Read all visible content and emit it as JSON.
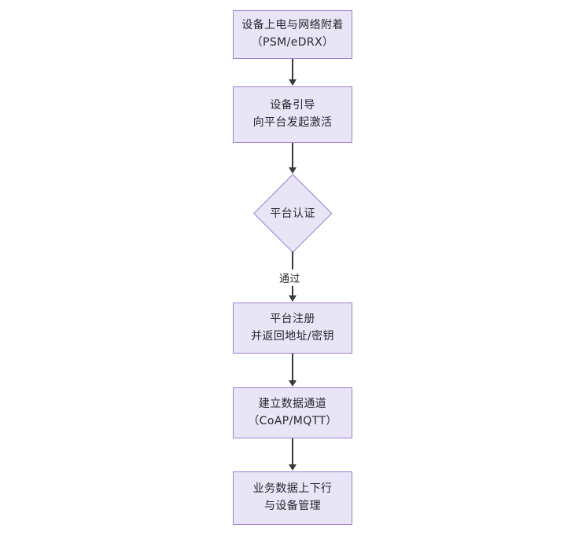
{
  "diagram": {
    "type": "flowchart",
    "orientation": "top-to-bottom",
    "title_text": "",
    "theme": {
      "node_fill": "#e8e5f7",
      "node_border": "#9f7fd0",
      "text_color": "#27272b",
      "connector_color": "#3a3a3c",
      "background": "#ffffff"
    },
    "nodes": [
      {
        "id": "power-on",
        "shape": "rectangle",
        "lines": [
          "设备上电与网络附着",
          "（PSM/eDRX）"
        ]
      },
      {
        "id": "bootstrap",
        "shape": "rectangle",
        "lines": [
          "设备引导",
          "向平台发起激活"
        ]
      },
      {
        "id": "platform-auth",
        "shape": "diamond",
        "lines": [
          "平台认证"
        ]
      },
      {
        "id": "platform-register",
        "shape": "rectangle",
        "lines": [
          "平台注册",
          "并返回地址/密钥"
        ]
      },
      {
        "id": "data-channel",
        "shape": "rectangle",
        "lines": [
          "建立数据通道",
          "（CoAP/MQTT）"
        ]
      },
      {
        "id": "service-data",
        "shape": "rectangle",
        "lines": [
          "业务数据上下行",
          "与设备管理"
        ]
      }
    ],
    "edges": [
      {
        "id": "e1",
        "from": "power-on",
        "to": "bootstrap",
        "label": ""
      },
      {
        "id": "e2",
        "from": "bootstrap",
        "to": "platform-auth",
        "label": ""
      },
      {
        "id": "e3",
        "from": "platform-auth",
        "to": "platform-register",
        "label": "通过"
      },
      {
        "id": "e4",
        "from": "platform-register",
        "to": "data-channel",
        "label": ""
      },
      {
        "id": "e5",
        "from": "data-channel",
        "to": "service-data",
        "label": ""
      }
    ]
  }
}
